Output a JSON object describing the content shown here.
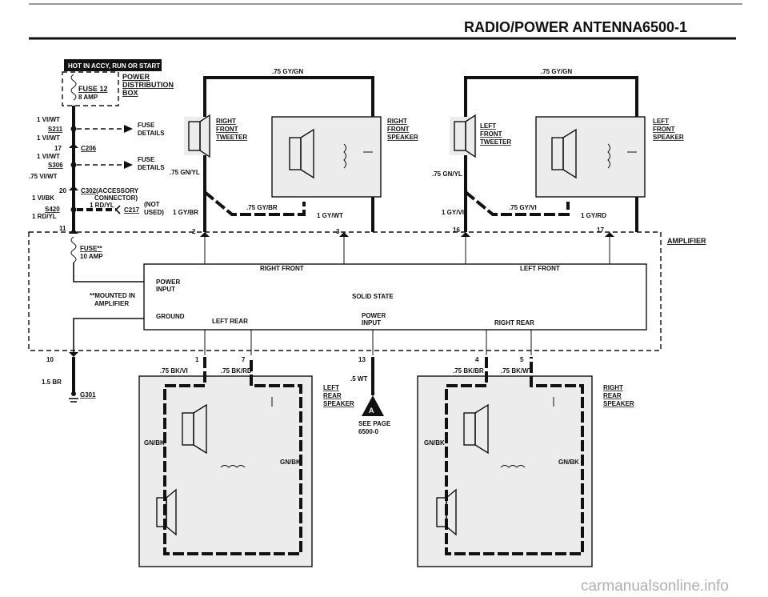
{
  "header": {
    "title": "RADIO/POWER ANTENNA",
    "page_number": "6500-1"
  },
  "labels": {
    "hot_banner": "HOT IN ACCY, RUN OR START",
    "power_distribution": [
      "POWER",
      "DISTRIBUTION",
      "BOX"
    ],
    "fuse12": "FUSE 12",
    "fuse12_amp": "8 AMP",
    "w1": "1 VI/WT",
    "s211": "S211",
    "w2": "1 VI/WT",
    "fuse_details_1": [
      "FUSE",
      "DETAILS"
    ],
    "c206_num": "17",
    "c206": "C206",
    "w3": "1 VI/WT",
    "s306": "S306",
    "fuse_details_2": [
      "FUSE",
      "DETAILS"
    ],
    "w4": ".75 VI/WT",
    "c302_num": "20",
    "c302": "C302",
    "accessory_connector": [
      "(ACCESSORY",
      "CONNECTOR)"
    ],
    "w5": "1 VI/BK",
    "rd_yl_top": "1 RD/YL",
    "s420": "S420",
    "c217": "C217",
    "not_used": [
      "(NOT",
      "USED)"
    ],
    "w6": "1 RD/YL",
    "pin11": "11",
    "fuse_amp": "FUSE**",
    "fuse_amp_rating": "10 AMP",
    "mounted_in": [
      "**MOUNTED IN",
      "AMPLIFIER"
    ],
    "pin10": "10",
    "w_ground": "1.5 BR",
    "g301": "G301",
    "right_front_tweeter": [
      "RIGHT",
      "FRONT",
      "TWEETER"
    ],
    "right_front_speaker": [
      "RIGHT",
      "FRONT",
      "SPEAKER"
    ],
    "left_front_tweeter": [
      "LEFT",
      "FRONT",
      "TWEETER"
    ],
    "left_front_speaker": [
      "LEFT",
      "FRONT",
      "SPEAKER"
    ],
    "gy_gn_1": ".75 GY/GN",
    "gy_gn_2": ".75 GY/GN",
    "gn_yl_1": ".75 GN/YL",
    "gn_yl_2": ".75 GN/YL",
    "gy_br_1": "1 GY/BR",
    "gy_br_2": ".75 GY/BR",
    "gy_wt": "1 GY/WT",
    "gy_vi_1": "1 GY/VI",
    "gy_vi_2": ".75 GY/VI",
    "gy_rd": "1 GY/RD",
    "pin2": "2",
    "pin3": "3",
    "pin16": "16",
    "pin17": "17",
    "amplifier": "AMPLIFIER",
    "right_front": "RIGHT FRONT",
    "left_front": "LEFT FRONT",
    "power_input_left": [
      "POWER",
      "INPUT"
    ],
    "solid_state": "SOLID STATE",
    "ground": "GROUND",
    "left_rear": "LEFT REAR",
    "power_input_center": [
      "POWER",
      "INPUT"
    ],
    "right_rear": "RIGHT REAR",
    "pin1": "1",
    "pin7": "7",
    "pin13": "13",
    "pin4": "4",
    "pin5": "5",
    "bk_vi": ".75 BK/VI",
    "bk_rd": ".75 BK/RD",
    "wt": ".5 WT",
    "bk_br": ".75 BK/BR",
    "bk_wt": ".75 BK/WT",
    "left_rear_speaker": [
      "LEFT",
      "REAR",
      "SPEAKER"
    ],
    "right_rear_speaker": [
      "RIGHT",
      "REAR",
      "SPEAKER"
    ],
    "see_page": [
      "SEE PAGE",
      "6500-0"
    ],
    "connector_a": "A",
    "gn_bk_1": "GN/BK",
    "gn_bk_2": "GN/BK",
    "gn_bk_3": "GN/BK",
    "gn_bk_4": "GN/BK"
  },
  "watermark": "carmanualsonline.info"
}
